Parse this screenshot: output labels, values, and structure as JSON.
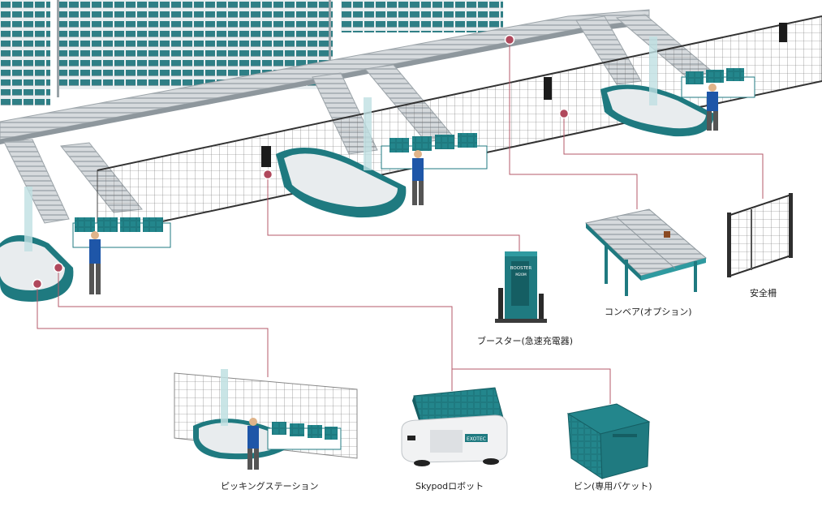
{
  "labels": {
    "booster": "ブースター(急速充電器)",
    "conveyor": "コンベア(オプション)",
    "fence": "安全柵",
    "picking_station": "ピッキングステーション",
    "robot": "Skypodロボット",
    "bin": "ビン(専用バケット)"
  },
  "booster_text": {
    "title": "BOOSTER",
    "model": "M20M"
  },
  "robot_brand": "EXOTEC",
  "colors": {
    "teal": "#1f7a80",
    "teal_dark": "#155e63",
    "teal_light": "#2f9aa0",
    "callout": "#b65a6a",
    "shelf": "#2f7f86",
    "steel": "#c9ced2",
    "fence": "#3a3a3a"
  },
  "icons": [
    "warehouse-scene",
    "booster-charger",
    "conveyor-module",
    "safety-fence",
    "picking-station",
    "skypod-robot",
    "storage-bin"
  ]
}
